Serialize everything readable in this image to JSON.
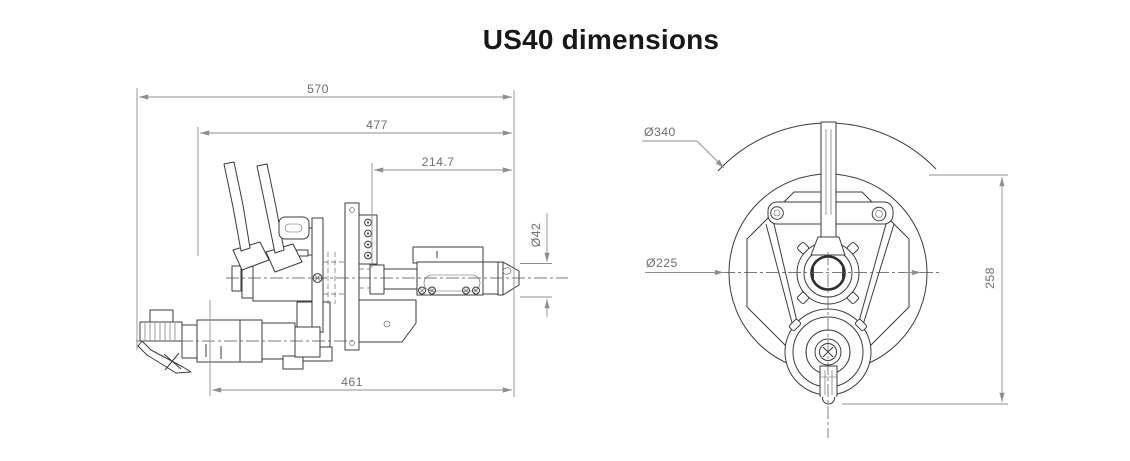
{
  "title": "US40 dimensions",
  "colors": {
    "background": "#ffffff",
    "outline": "#3c3c3c",
    "dimension_lines": "#8f8f8f",
    "dimension_text": "#6f6f6f",
    "title_text": "#181818"
  },
  "left_view": {
    "dim_overall_length": "570",
    "dim_upper_length": "477",
    "dim_nose_length": "214.7",
    "dim_lower_length": "461",
    "dim_tip_diameter": "Ø42"
  },
  "right_view": {
    "dim_outer_diameter": "Ø340",
    "dim_body_diameter": "Ø225",
    "dim_height": "258"
  }
}
